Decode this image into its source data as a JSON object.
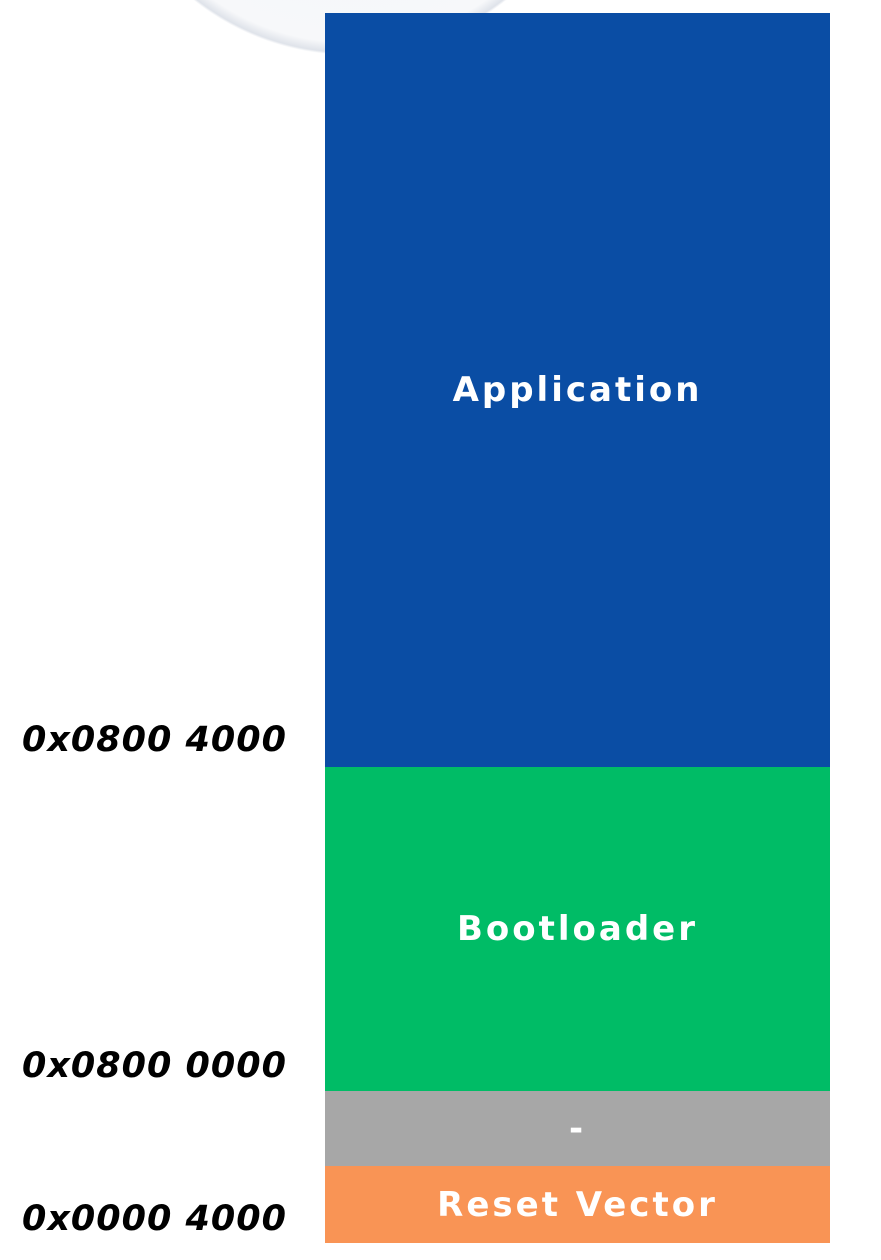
{
  "diagram": {
    "kind": "flash-memory-map",
    "background_color": "#ffffff",
    "address_text_color": "#000000",
    "blocks": [
      {
        "label": "Application",
        "color": "#0a4da4",
        "text_color": "#ffffff"
      },
      {
        "label": "Bootloader",
        "color": "#00bc66",
        "text_color": "#ffffff"
      },
      {
        "label": "-",
        "color": "#a7a7a7",
        "text_color": "#ffffff"
      },
      {
        "label": "Reset Vector",
        "color": "#f99455",
        "text_color": "#ffffff"
      }
    ],
    "address_labels": [
      {
        "text": "0x0800 4000"
      },
      {
        "text": "0x0800 0000"
      },
      {
        "text": "0x0000 4000"
      }
    ]
  }
}
